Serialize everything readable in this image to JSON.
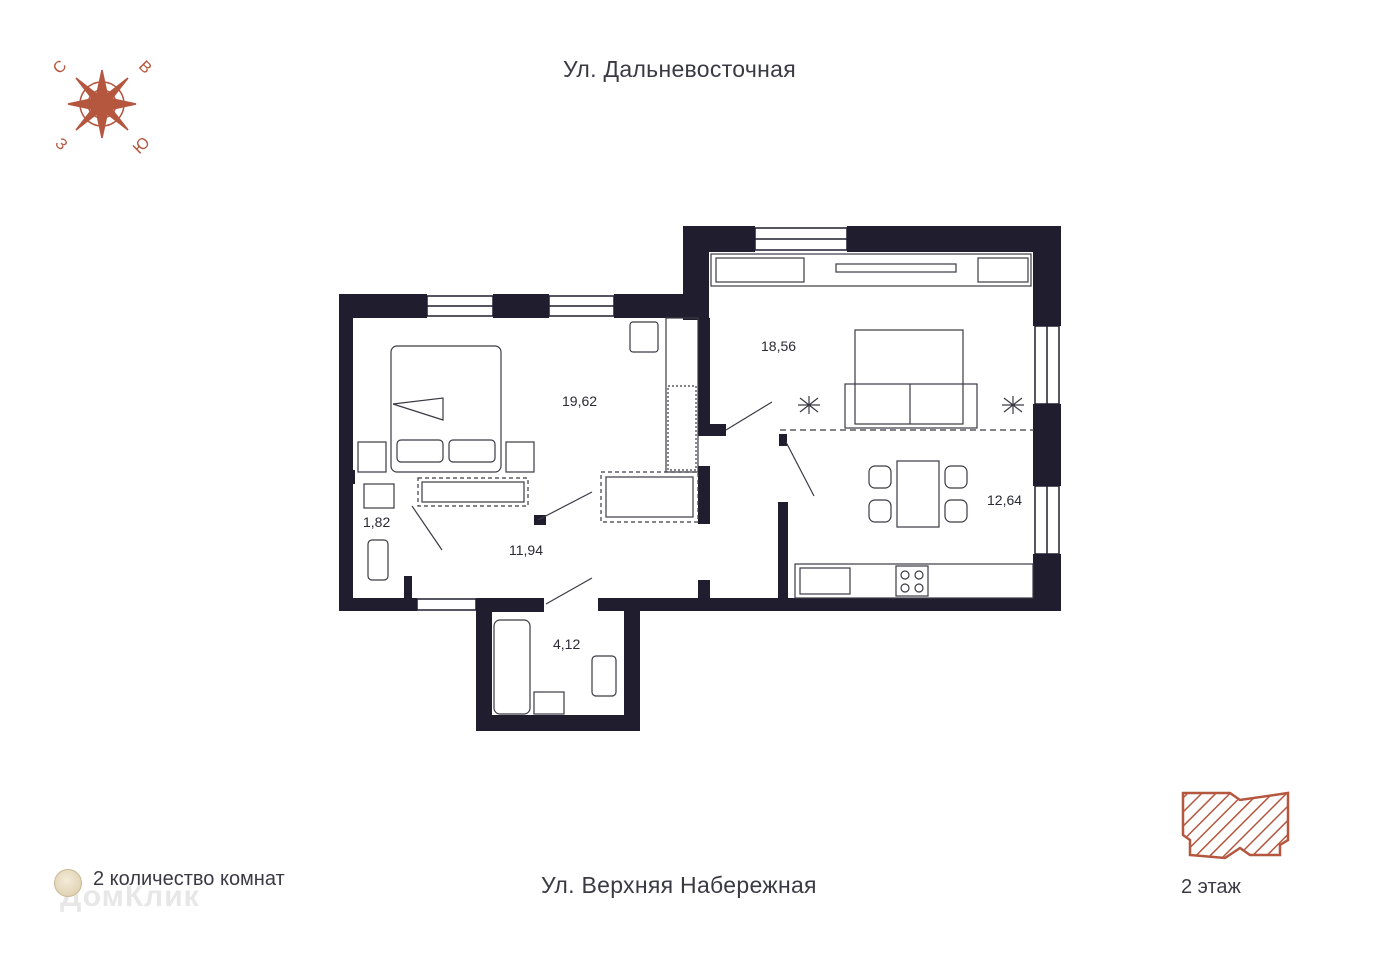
{
  "streets": {
    "top": "Ул. Дальневосточная",
    "bottom": "Ул. Верхняя Набережная"
  },
  "compass": {
    "north": "С",
    "east": "В",
    "south": "Ю",
    "west": "З",
    "color": "#b5573f"
  },
  "rooms": [
    {
      "id": "bedroom",
      "area": "19,62"
    },
    {
      "id": "living-room",
      "area": "18,56"
    },
    {
      "id": "kitchen-dining",
      "area": "12,64"
    },
    {
      "id": "hallway",
      "area": "11,94"
    },
    {
      "id": "bathroom",
      "area": "4,12"
    },
    {
      "id": "wc",
      "area": "1,82"
    }
  ],
  "footer": {
    "room_count": "2 количество комнат",
    "floor": "2 этаж",
    "watermark": "ДомКлик"
  },
  "colors": {
    "wall": "#1f1d2e",
    "accent": "#b5573f"
  }
}
